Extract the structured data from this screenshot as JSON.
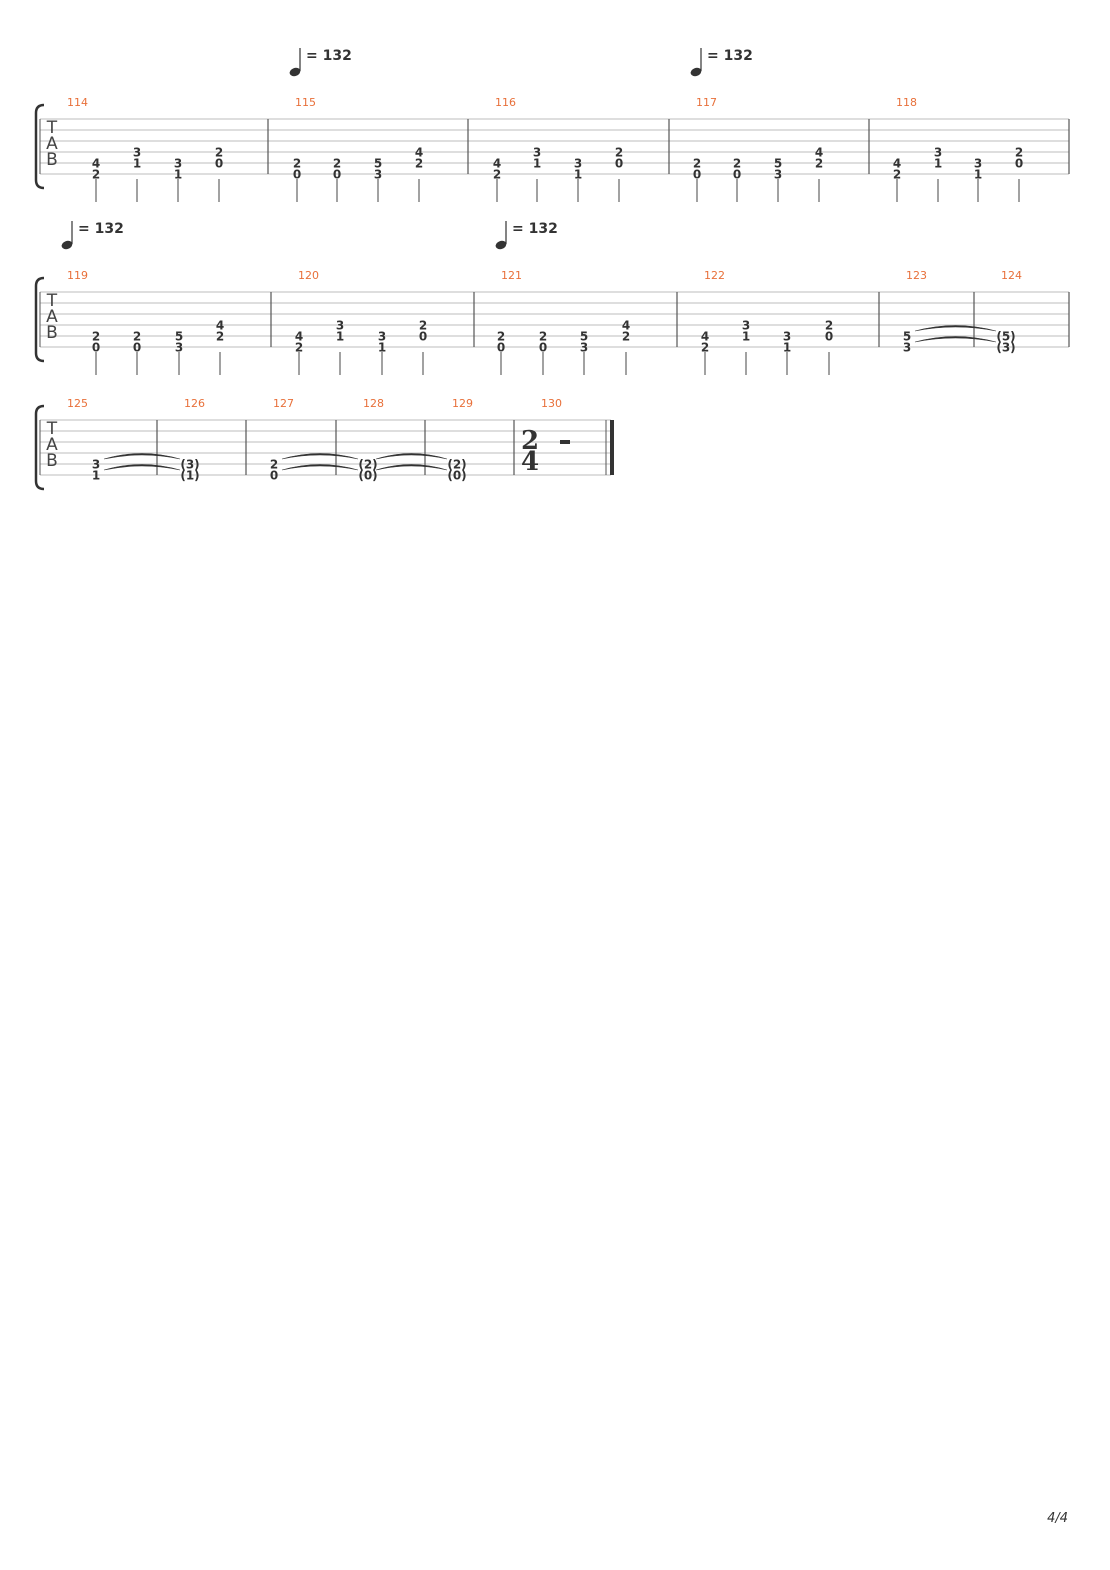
{
  "tab_label": [
    "T",
    "A",
    "B"
  ],
  "page_number": "4/4",
  "systems": [
    {
      "tempos": [
        {
          "text": "= 132",
          "at_measure": 1
        },
        {
          "text": "= 132",
          "at_measure": 3
        }
      ],
      "measures": [
        {
          "number": "114",
          "beats": [
            {
              "notes": [
                {
                  "string": 5,
                  "fret": "4"
                },
                {
                  "string": 6,
                  "fret": "2"
                }
              ]
            },
            {
              "notes": [
                {
                  "string": 4,
                  "fret": "3"
                },
                {
                  "string": 5,
                  "fret": "1"
                }
              ]
            },
            {
              "notes": [
                {
                  "string": 5,
                  "fret": "3"
                },
                {
                  "string": 6,
                  "fret": "1"
                }
              ]
            },
            {
              "notes": [
                {
                  "string": 4,
                  "fret": "2"
                },
                {
                  "string": 5,
                  "fret": "0"
                }
              ]
            }
          ]
        },
        {
          "number": "115",
          "beats": [
            {
              "notes": [
                {
                  "string": 5,
                  "fret": "2"
                },
                {
                  "string": 6,
                  "fret": "0"
                }
              ]
            },
            {
              "notes": [
                {
                  "string": 5,
                  "fret": "2"
                },
                {
                  "string": 6,
                  "fret": "0"
                }
              ]
            },
            {
              "notes": [
                {
                  "string": 5,
                  "fret": "5"
                },
                {
                  "string": 6,
                  "fret": "3"
                }
              ]
            },
            {
              "notes": [
                {
                  "string": 4,
                  "fret": "4"
                },
                {
                  "string": 5,
                  "fret": "2"
                }
              ]
            }
          ]
        },
        {
          "number": "116",
          "beats": [
            {
              "notes": [
                {
                  "string": 5,
                  "fret": "4"
                },
                {
                  "string": 6,
                  "fret": "2"
                }
              ]
            },
            {
              "notes": [
                {
                  "string": 4,
                  "fret": "3"
                },
                {
                  "string": 5,
                  "fret": "1"
                }
              ]
            },
            {
              "notes": [
                {
                  "string": 5,
                  "fret": "3"
                },
                {
                  "string": 6,
                  "fret": "1"
                }
              ]
            },
            {
              "notes": [
                {
                  "string": 4,
                  "fret": "2"
                },
                {
                  "string": 5,
                  "fret": "0"
                }
              ]
            }
          ]
        },
        {
          "number": "117",
          "beats": [
            {
              "notes": [
                {
                  "string": 5,
                  "fret": "2"
                },
                {
                  "string": 6,
                  "fret": "0"
                }
              ]
            },
            {
              "notes": [
                {
                  "string": 5,
                  "fret": "2"
                },
                {
                  "string": 6,
                  "fret": "0"
                }
              ]
            },
            {
              "notes": [
                {
                  "string": 5,
                  "fret": "5"
                },
                {
                  "string": 6,
                  "fret": "3"
                }
              ]
            },
            {
              "notes": [
                {
                  "string": 4,
                  "fret": "4"
                },
                {
                  "string": 5,
                  "fret": "2"
                }
              ]
            }
          ]
        },
        {
          "number": "118",
          "beats": [
            {
              "notes": [
                {
                  "string": 5,
                  "fret": "4"
                },
                {
                  "string": 6,
                  "fret": "2"
                }
              ]
            },
            {
              "notes": [
                {
                  "string": 4,
                  "fret": "3"
                },
                {
                  "string": 5,
                  "fret": "1"
                }
              ]
            },
            {
              "notes": [
                {
                  "string": 5,
                  "fret": "3"
                },
                {
                  "string": 6,
                  "fret": "1"
                }
              ]
            },
            {
              "notes": [
                {
                  "string": 4,
                  "fret": "2"
                },
                {
                  "string": 5,
                  "fret": "0"
                }
              ]
            }
          ]
        }
      ]
    },
    {
      "tempos": [
        {
          "text": "= 132",
          "at_measure": 0
        },
        {
          "text": "= 132",
          "at_measure": 2
        }
      ],
      "measures": [
        {
          "number": "119",
          "beats": [
            {
              "notes": [
                {
                  "string": 5,
                  "fret": "2"
                },
                {
                  "string": 6,
                  "fret": "0"
                }
              ]
            },
            {
              "notes": [
                {
                  "string": 5,
                  "fret": "2"
                },
                {
                  "string": 6,
                  "fret": "0"
                }
              ]
            },
            {
              "notes": [
                {
                  "string": 5,
                  "fret": "5"
                },
                {
                  "string": 6,
                  "fret": "3"
                }
              ]
            },
            {
              "notes": [
                {
                  "string": 4,
                  "fret": "4"
                },
                {
                  "string": 5,
                  "fret": "2"
                }
              ]
            }
          ]
        },
        {
          "number": "120",
          "beats": [
            {
              "notes": [
                {
                  "string": 5,
                  "fret": "4"
                },
                {
                  "string": 6,
                  "fret": "2"
                }
              ]
            },
            {
              "notes": [
                {
                  "string": 4,
                  "fret": "3"
                },
                {
                  "string": 5,
                  "fret": "1"
                }
              ]
            },
            {
              "notes": [
                {
                  "string": 5,
                  "fret": "3"
                },
                {
                  "string": 6,
                  "fret": "1"
                }
              ]
            },
            {
              "notes": [
                {
                  "string": 4,
                  "fret": "2"
                },
                {
                  "string": 5,
                  "fret": "0"
                }
              ]
            }
          ]
        },
        {
          "number": "121",
          "beats": [
            {
              "notes": [
                {
                  "string": 5,
                  "fret": "2"
                },
                {
                  "string": 6,
                  "fret": "0"
                }
              ]
            },
            {
              "notes": [
                {
                  "string": 5,
                  "fret": "2"
                },
                {
                  "string": 6,
                  "fret": "0"
                }
              ]
            },
            {
              "notes": [
                {
                  "string": 5,
                  "fret": "5"
                },
                {
                  "string": 6,
                  "fret": "3"
                }
              ]
            },
            {
              "notes": [
                {
                  "string": 4,
                  "fret": "4"
                },
                {
                  "string": 5,
                  "fret": "2"
                }
              ]
            }
          ]
        },
        {
          "number": "122",
          "beats": [
            {
              "notes": [
                {
                  "string": 5,
                  "fret": "4"
                },
                {
                  "string": 6,
                  "fret": "2"
                }
              ]
            },
            {
              "notes": [
                {
                  "string": 4,
                  "fret": "3"
                },
                {
                  "string": 5,
                  "fret": "1"
                }
              ]
            },
            {
              "notes": [
                {
                  "string": 5,
                  "fret": "3"
                },
                {
                  "string": 6,
                  "fret": "1"
                }
              ]
            },
            {
              "notes": [
                {
                  "string": 4,
                  "fret": "2"
                },
                {
                  "string": 5,
                  "fret": "0"
                }
              ]
            }
          ]
        },
        {
          "number": "123",
          "beats": [
            {
              "notes": [
                {
                  "string": 5,
                  "fret": "5"
                },
                {
                  "string": 6,
                  "fret": "3"
                }
              ],
              "tie_to_next": true,
              "no_stem": true
            }
          ]
        },
        {
          "number": "124",
          "beats": [
            {
              "notes": [
                {
                  "string": 5,
                  "fret": "(5)"
                },
                {
                  "string": 6,
                  "fret": "(3)"
                }
              ],
              "no_stem": true
            }
          ]
        }
      ]
    },
    {
      "tempos": [],
      "measures": [
        {
          "number": "125",
          "beats": [
            {
              "notes": [
                {
                  "string": 5,
                  "fret": "3"
                },
                {
                  "string": 6,
                  "fret": "1"
                }
              ],
              "tie_to_next": true,
              "no_stem": true
            }
          ]
        },
        {
          "number": "126",
          "beats": [
            {
              "notes": [
                {
                  "string": 5,
                  "fret": "(3)"
                },
                {
                  "string": 6,
                  "fret": "(1)"
                }
              ],
              "no_stem": true
            }
          ]
        },
        {
          "number": "127",
          "beats": [
            {
              "notes": [
                {
                  "string": 5,
                  "fret": "2"
                },
                {
                  "string": 6,
                  "fret": "0"
                }
              ],
              "tie_to_next": true,
              "no_stem": true
            }
          ]
        },
        {
          "number": "128",
          "beats": [
            {
              "notes": [
                {
                  "string": 5,
                  "fret": "(2)"
                },
                {
                  "string": 6,
                  "fret": "(0)"
                }
              ],
              "tie_to_next": true,
              "no_stem": true
            }
          ]
        },
        {
          "number": "129",
          "beats": [
            {
              "notes": [
                {
                  "string": 5,
                  "fret": "(2)"
                },
                {
                  "string": 6,
                  "fret": "(0)"
                }
              ],
              "no_stem": true
            }
          ]
        },
        {
          "number": "130",
          "time_signature": {
            "top": "2",
            "bottom": "4"
          },
          "rest": true,
          "beats": [],
          "final_barline": true
        }
      ]
    }
  ]
}
